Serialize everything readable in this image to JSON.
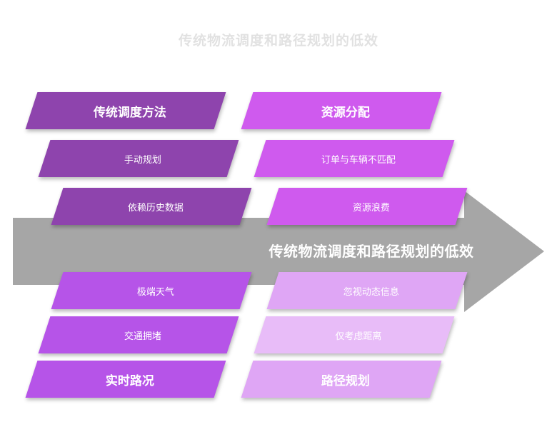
{
  "title": "传统物流调度和路径规划的低效",
  "arrow": {
    "label": "传统物流调度和路径规划的低效",
    "color": "#a6a6a6"
  },
  "colors": {
    "group_topleft_head": "#8e44ad",
    "group_topleft_sub1": "#8e44ad",
    "group_topleft_sub2": "#8e44ad",
    "group_topright_head": "#cf5aee",
    "group_topright_sub1": "#cf5aee",
    "group_topright_sub2": "#cf5aee",
    "group_bottomleft_head": "#b654e8",
    "group_bottomleft_sub1": "#b654e8",
    "group_bottomleft_sub2": "#b654e8",
    "group_bottomright_head": "#dfa6f5",
    "group_bottomright_sub1": "#e8bcf8",
    "group_bottomright_sub2": "#edcbfa",
    "text_light": "#ffffff"
  },
  "groups": [
    {
      "id": "traditional-dispatch",
      "head": "传统调度方法",
      "items": [
        "手动规划",
        "依赖历史数据"
      ]
    },
    {
      "id": "resource-allocation",
      "head": "资源分配",
      "items": [
        "订单与车辆不匹配",
        "资源浪费"
      ]
    },
    {
      "id": "realtime-traffic",
      "head": "实时路况",
      "items": [
        "极端天气",
        "交通拥堵"
      ]
    },
    {
      "id": "route-planning",
      "head": "路径规划",
      "items": [
        "忽视动态信息",
        "仅考虑距离"
      ]
    }
  ]
}
